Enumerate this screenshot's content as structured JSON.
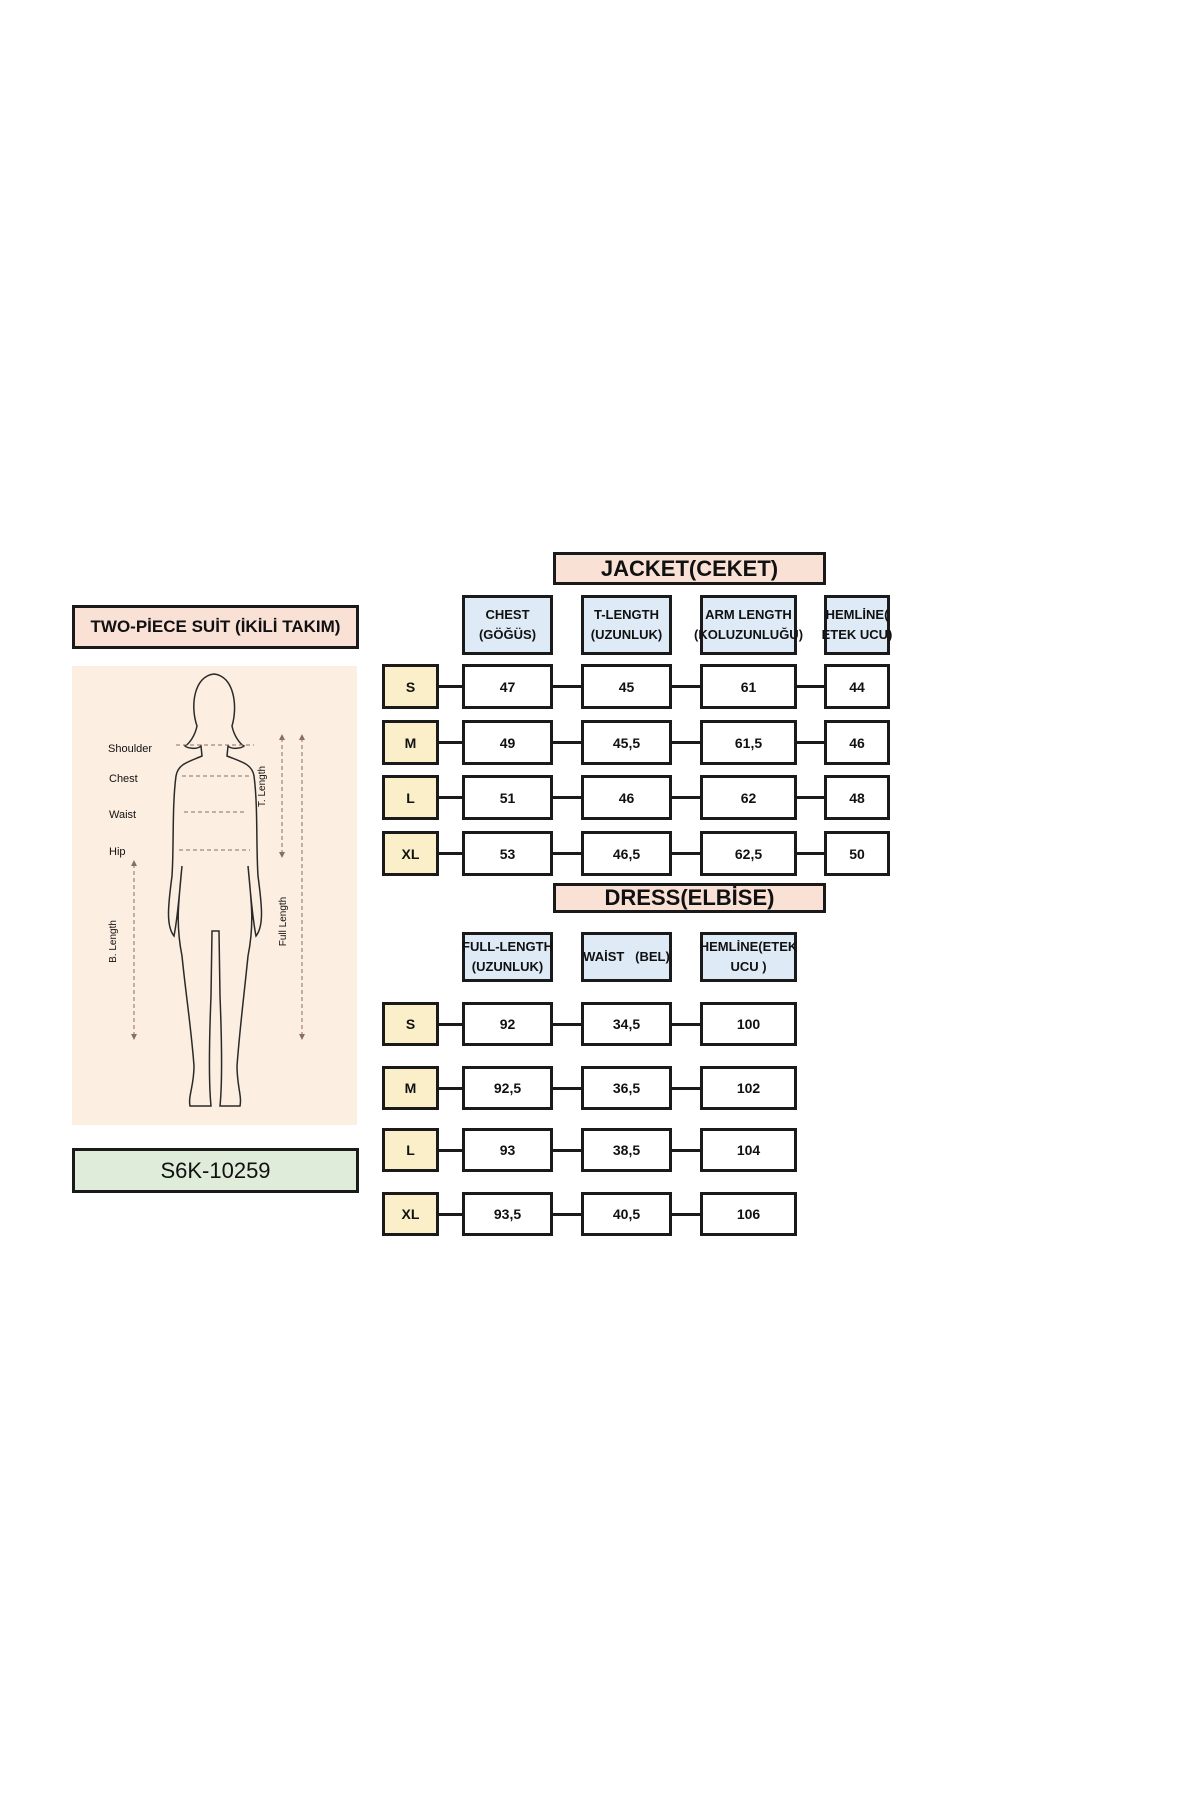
{
  "title": "TWO-PİECE SUİT (İKİLİ TAKIM)",
  "product_code": "S6K-10259",
  "figure": {
    "labels": {
      "shoulder": "Shoulder",
      "chest": "Chest",
      "waist": "Waist",
      "hip": "Hip",
      "t_length": "T. Length",
      "b_length": "B. Length",
      "full_length": "Full Length"
    }
  },
  "jacket": {
    "title": "JACKET(CEKET)",
    "headers": [
      [
        "CHEST",
        "(GÖĞÜS)"
      ],
      [
        "T-LENGTH",
        "(UZUNLUK)"
      ],
      [
        "ARM LENGTH",
        "(KOLUZUNLUĞU)"
      ],
      [
        "HEMLİNE(",
        "ETEK UCU)"
      ]
    ],
    "rows": [
      {
        "size": "S",
        "values": [
          "47",
          "45",
          "61",
          "44"
        ]
      },
      {
        "size": "M",
        "values": [
          "49",
          "45,5",
          "61,5",
          "46"
        ]
      },
      {
        "size": "L",
        "values": [
          "51",
          "46",
          "62",
          "48"
        ]
      },
      {
        "size": "XL",
        "values": [
          "53",
          "46,5",
          "62,5",
          "50"
        ]
      }
    ]
  },
  "dress": {
    "title": "DRESS(ELBİSE)",
    "headers": [
      [
        "FULL-LENGTH",
        "(UZUNLUK)"
      ],
      [
        "WAİST   (BEL)",
        ""
      ],
      [
        "HEMLİNE(ETEK",
        "UCU )"
      ]
    ],
    "rows": [
      {
        "size": "S",
        "values": [
          "92",
          "34,5",
          "100"
        ]
      },
      {
        "size": "M",
        "values": [
          "92,5",
          "36,5",
          "102"
        ]
      },
      {
        "size": "L",
        "values": [
          "93",
          "38,5",
          "104"
        ]
      },
      {
        "size": "XL",
        "values": [
          "93,5",
          "40,5",
          "106"
        ]
      }
    ]
  }
}
